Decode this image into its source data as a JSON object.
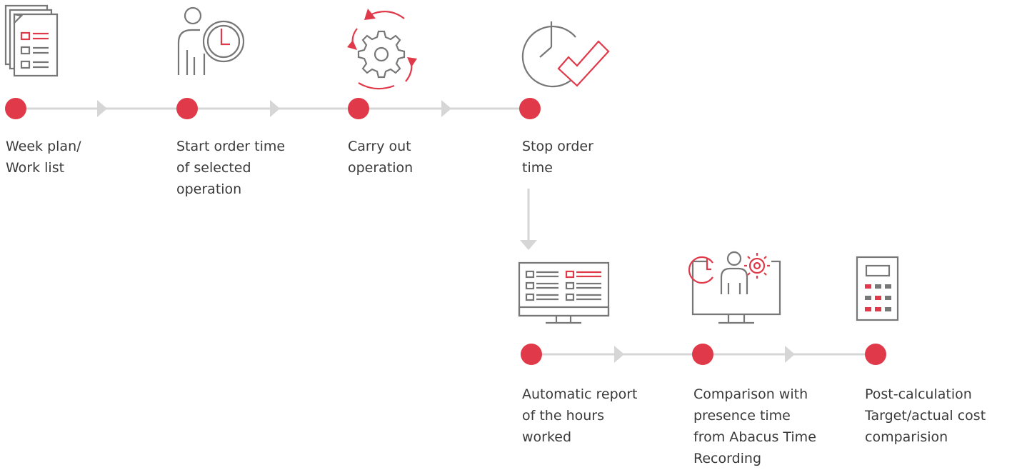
{
  "colors": {
    "accent": "#e03a4a",
    "icon": "#777777",
    "line": "#d6d6d6"
  },
  "steps": [
    {
      "icon": "documents-checklist-icon",
      "lines": [
        "Week plan/",
        "Work list"
      ]
    },
    {
      "icon": "person-clock-icon",
      "lines": [
        "Start order time",
        "of selected",
        "operation"
      ]
    },
    {
      "icon": "gear-cycle-icon",
      "lines": [
        "Carry out",
        "operation"
      ]
    },
    {
      "icon": "clock-check-icon",
      "lines": [
        "Stop order",
        "time"
      ]
    },
    {
      "icon": "monitor-report-icon",
      "lines": [
        "Automatic report",
        "of the hours",
        "worked"
      ]
    },
    {
      "icon": "monitor-person-clock-gear-icon",
      "lines": [
        "Comparison with",
        "presence time",
        "from Abacus Time",
        "Recording"
      ]
    },
    {
      "icon": "calculator-icon",
      "lines": [
        "Post-calculation",
        "Target/actual cost",
        "comparision"
      ]
    }
  ]
}
